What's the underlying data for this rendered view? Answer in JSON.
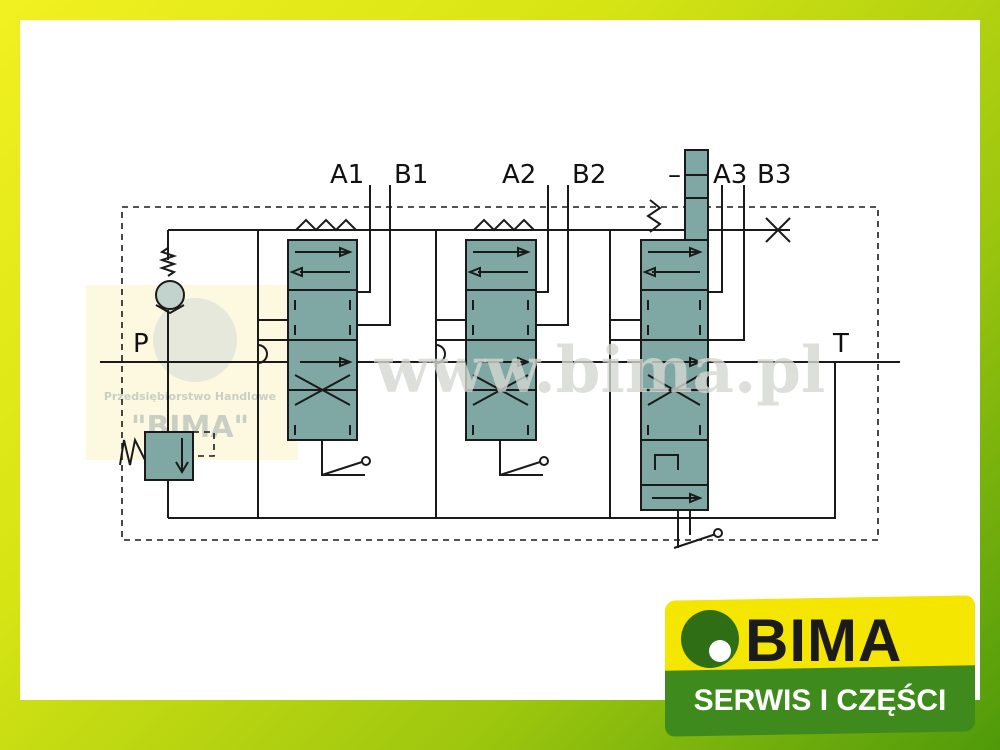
{
  "diagram": {
    "ports": {
      "a1": "A1",
      "b1": "B1",
      "a2": "A2",
      "b2": "B2",
      "a3": "A3",
      "b3": "B3",
      "p": "P",
      "t": "T",
      "minus": "–"
    },
    "valve_color": "#7fa8a4"
  },
  "watermark": {
    "url": "www.bima.pl",
    "company_line": "Przedsiębiorstwo Handlowe",
    "company_name": "\"BIMA\""
  },
  "logo": {
    "brand": "BIMA",
    "tagline": "SERWIS I CZĘŚCI"
  }
}
